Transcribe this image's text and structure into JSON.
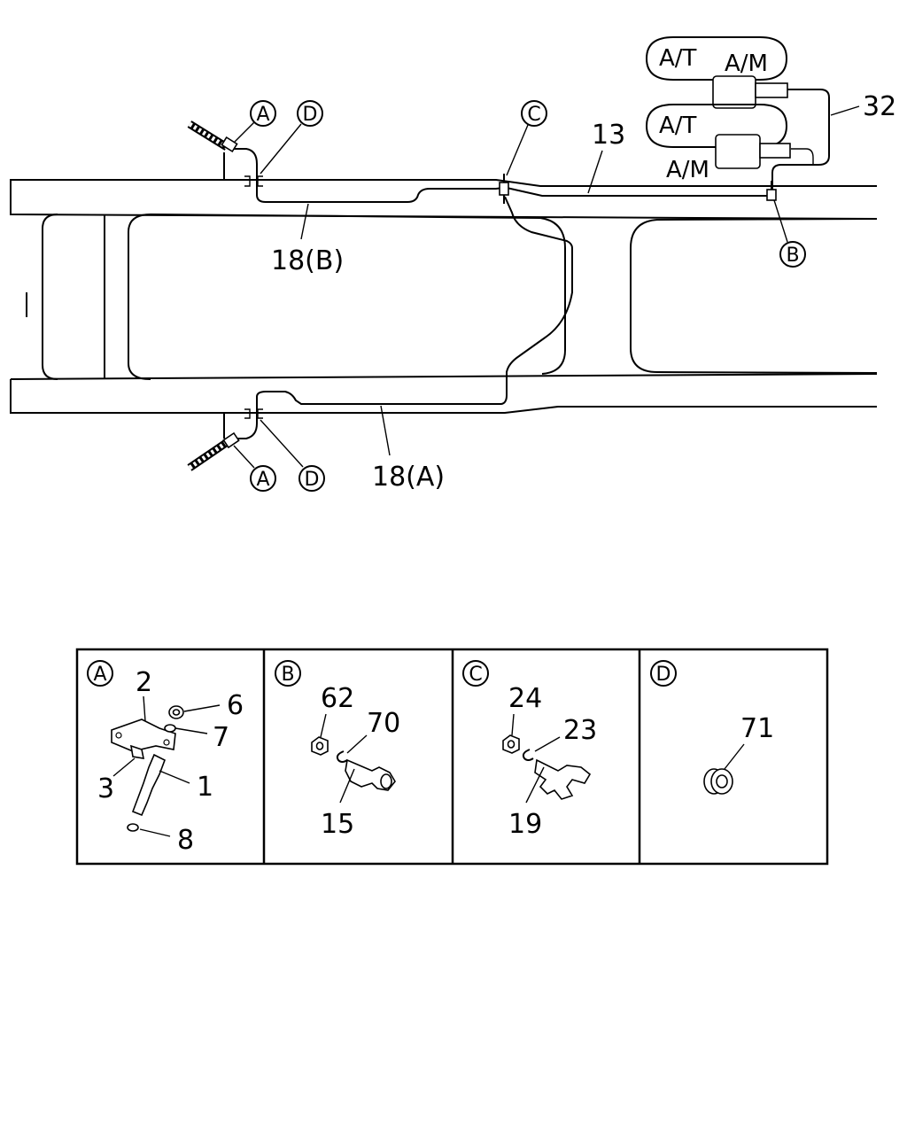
{
  "frame_callouts": {
    "a_top": "A",
    "d_top": "D",
    "c_tee": "C",
    "b_tee": "B",
    "a_bottom": "A",
    "d_bottom": "D"
  },
  "pipe_labels": {
    "pipe_18b": "18(B)",
    "pipe_18a": "18(A)",
    "pipe_13": "13",
    "hose_32": "32"
  },
  "reservoir_labels": {
    "upper_at": "A/T",
    "upper_am": "A/M",
    "lower_at": "A/T",
    "lower_am": "A/M"
  },
  "detail_panels": [
    {
      "letter": "A",
      "numbers": {
        "n2": "2",
        "n6": "6",
        "n7": "7",
        "n3": "3",
        "n1": "1",
        "n8": "8"
      }
    },
    {
      "letter": "B",
      "numbers": {
        "n62": "62",
        "n70": "70",
        "n15": "15"
      }
    },
    {
      "letter": "C",
      "numbers": {
        "n24": "24",
        "n23": "23",
        "n19": "19"
      }
    },
    {
      "letter": "D",
      "numbers": {
        "n71": "71"
      }
    }
  ]
}
